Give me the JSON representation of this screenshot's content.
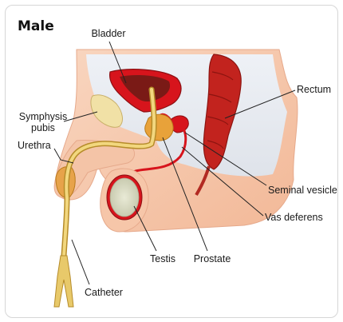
{
  "title": "Male",
  "labels": {
    "bladder": "Bladder",
    "rectum": "Rectum",
    "symphysis_line1": "Symphysis",
    "symphysis_line2": "pubis",
    "urethra": "Urethra",
    "seminal_vesicle": "Seminal vesicle",
    "vas_deferens": "Vas deferens",
    "testis": "Testis",
    "prostate": "Prostate",
    "catheter": "Catheter"
  },
  "colors": {
    "tissue": "#f7c9ad",
    "bladder_wall": "#d7141c",
    "bladder_lumen": "#7a1a16",
    "rectum": "#c2231e",
    "bone": "#f1e1a6",
    "catheter": "#e8c96a",
    "outline": "#222222"
  }
}
